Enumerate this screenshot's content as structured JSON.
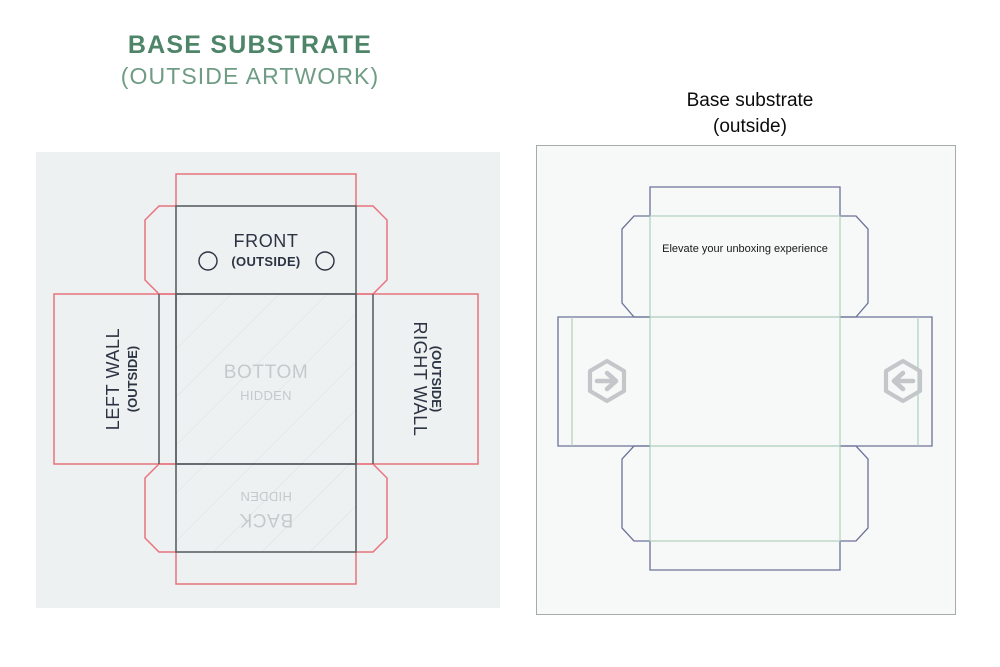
{
  "left": {
    "title_main": "BASE SUBSTRATE",
    "title_sub": "(OUTSIDE ARTWORK)",
    "title_color": "#4e8468",
    "subtitle_color": "#6f9c84",
    "panel_bg": "#eef1f1",
    "cut_line_color": "#e8737d",
    "panel_line_color": "#5a6166",
    "hatch_color": "#dfe3e3",
    "diagram": {
      "front": {
        "label": "FRONT",
        "sub": "(OUTSIDE)",
        "holes": 2
      },
      "left_wall": {
        "label": "LEFT WALL",
        "sub": "(OUTSIDE)"
      },
      "right_wall": {
        "label": "RIGHT WALL",
        "sub": "(OUTSIDE)"
      },
      "bottom": {
        "label": "BOTTOM",
        "sub": "HIDDEN"
      },
      "back": {
        "label": "BACK",
        "sub": "HIDDEN"
      }
    }
  },
  "right": {
    "title_main": "Base substrate",
    "title_sub": "(outside)",
    "title_color": "#0c0c0c",
    "panel_bg": "#f7f8f8",
    "panel_border": "#a9a9a9",
    "cut_line_color": "#6b7299",
    "fold_line_color": "#a8ccb8",
    "logo_color": "#c3c7c9",
    "artwork_text": "Elevate your unboxing experience",
    "artwork_text_color": "#1a1a1a",
    "logo_icon": "hexagon-arrow-logo",
    "logo_count": 2
  }
}
